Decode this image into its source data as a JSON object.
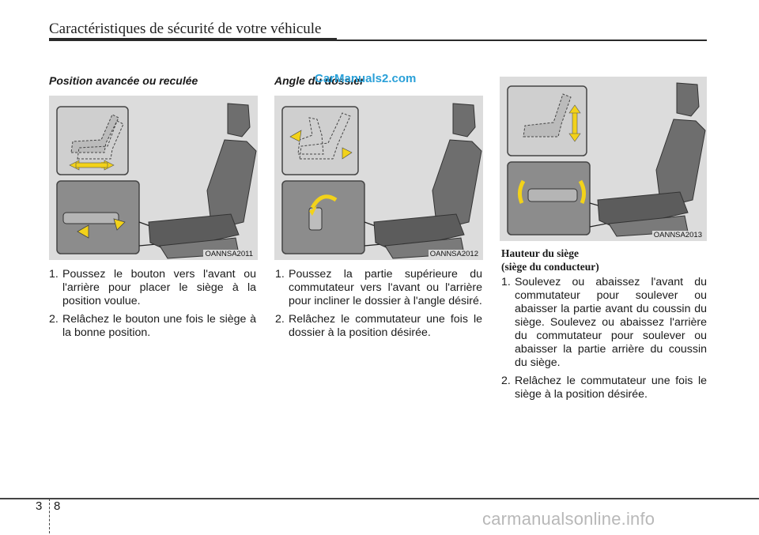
{
  "header": {
    "title": "Caractéristiques de sécurité de votre véhicule"
  },
  "watermark": "CarManuals2.com",
  "columns": [
    {
      "heading": "Position avancée ou reculée",
      "figure_code": "OANNSA2011",
      "steps": [
        {
          "num": "1.",
          "text": "Poussez le bouton vers l'avant ou l'arrière pour placer le siège à la position voulue."
        },
        {
          "num": "2.",
          "text": "Relâchez le bouton une fois le siège à la bonne position."
        }
      ]
    },
    {
      "heading": "Angle du dossier",
      "figure_code": "OANNSA2012",
      "steps": [
        {
          "num": "1.",
          "text": "Poussez la partie supérieure du commutateur vers l'avant ou l'arrière pour incliner le dossier à l'angle désiré."
        },
        {
          "num": "2.",
          "text": "Relâchez le commutateur une fois le dossier à la position désirée."
        }
      ]
    },
    {
      "subheading_line1": "Hauteur du siège",
      "subheading_line2": "(siège du conducteur)",
      "figure_code": "OANNSA2013",
      "steps": [
        {
          "num": "1.",
          "text": "Soulevez ou abaissez l'avant du commutateur pour soulever ou abaisser la partie avant du coussin du siège. Soulevez ou abaissez l'arrière du commutateur pour soulever ou abaisser la partie arrière du coussin du siège."
        },
        {
          "num": "2.",
          "text": "Relâchez le commutateur une fois le siège à la position désirée."
        }
      ]
    }
  ],
  "page": {
    "chapter": "3",
    "number": "8"
  },
  "footer_watermark": "carmanualsonline.info",
  "colors": {
    "arrow": "#f2d21a",
    "figure_bg": "#dcdcdc",
    "seat": "#6e6e6e"
  }
}
